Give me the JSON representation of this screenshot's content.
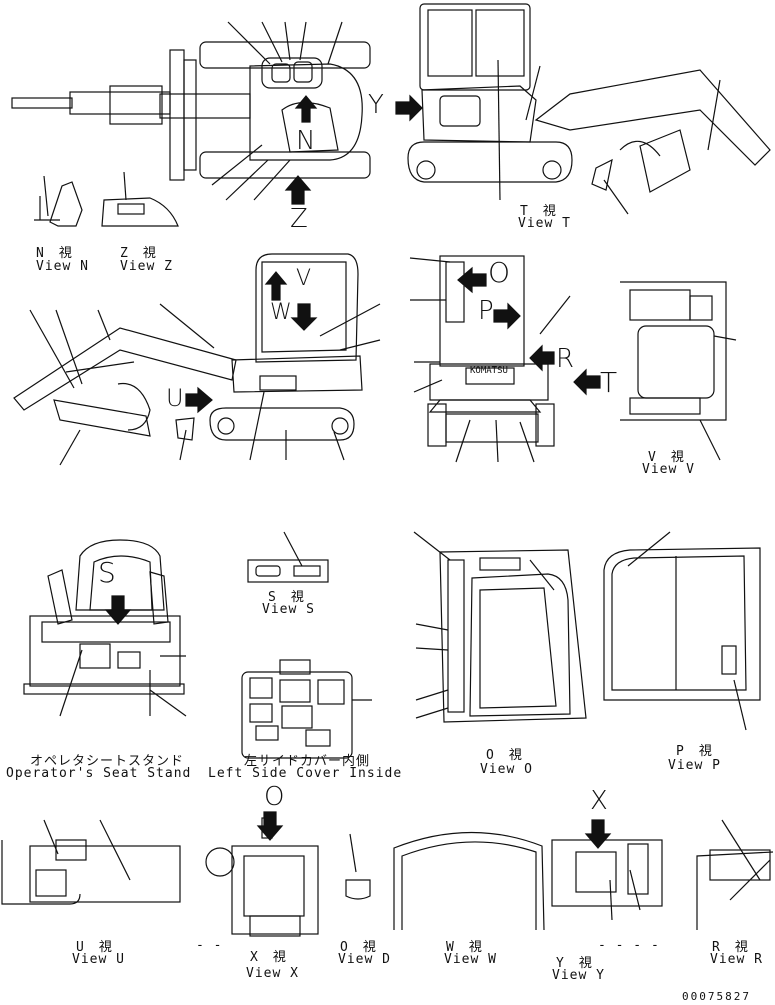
{
  "views": {
    "n": {
      "jp": "N　視",
      "en": "View N"
    },
    "z": {
      "jp": "Z　視",
      "en": "View Z"
    },
    "t": {
      "jp": "T　視",
      "en": "View T"
    },
    "v": {
      "jp": "V　視",
      "en": "View V"
    },
    "s": {
      "jp": "S　視",
      "en": "View S"
    },
    "o": {
      "jp": "O　視",
      "en": "View O"
    },
    "p": {
      "jp": "P　視",
      "en": "View P"
    },
    "u": {
      "jp": "U　視",
      "en": "View U"
    },
    "x": {
      "jp": "X　視",
      "en": "View X"
    },
    "d": {
      "jp": "O　視",
      "en": "View D"
    },
    "w": {
      "jp": "W　視",
      "en": "View W"
    },
    "y": {
      "jp": "Y　視",
      "en": "View Y"
    },
    "r": {
      "jp": "R　視",
      "en": "View R"
    }
  },
  "captions": {
    "seat_stand_jp": "オペレタシートスタンド",
    "seat_stand_en": "Operator's Seat Stand",
    "left_cover_jp": "左サイドカバー内側",
    "left_cover_en": "Left Side Cover Inside"
  },
  "arrow_letters": {
    "n": "N",
    "y": "Y",
    "z": "Z",
    "v": "V",
    "w": "W",
    "u": "U",
    "o": "O",
    "p": "P",
    "r": "R",
    "t": "T",
    "s": "S",
    "q": "O",
    "x": "X"
  },
  "brand": "KOMATSU",
  "dashes": {
    "left": "- -",
    "right": "- -  - -"
  },
  "part_number": "00075827"
}
